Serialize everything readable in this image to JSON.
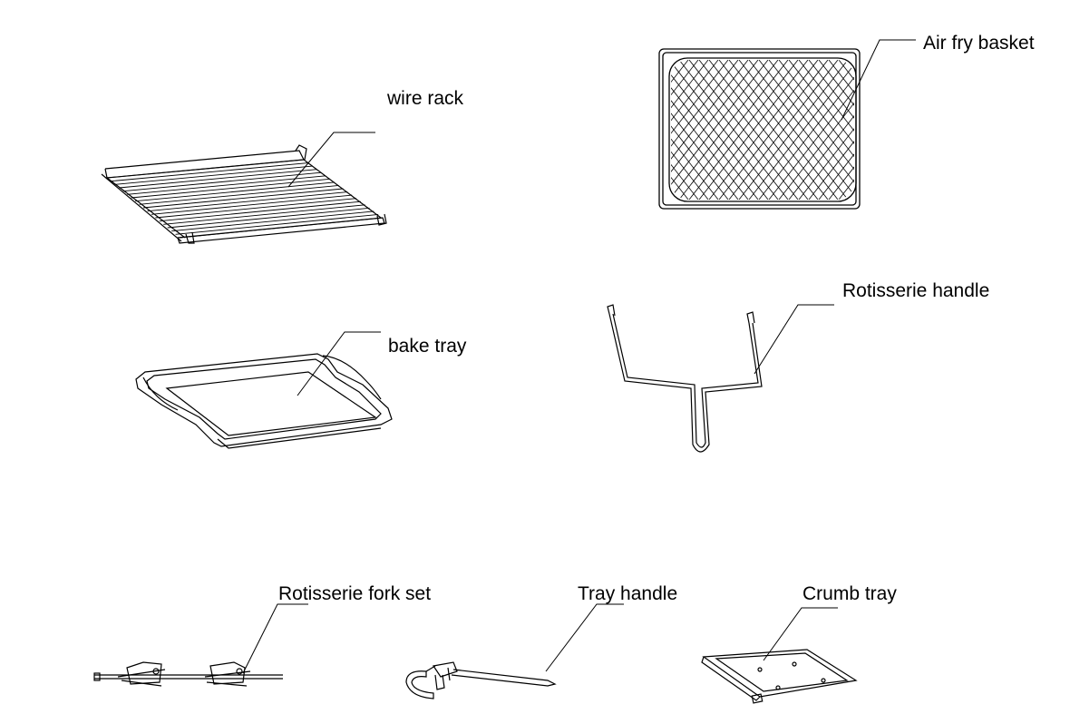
{
  "labels": {
    "wire_rack": "wire rack",
    "air_fry_basket": "Air fry basket",
    "bake_tray": "bake tray",
    "rotisserie_handle": "Rotisserie handle",
    "rotisserie_fork_set": "Rotisserie fork set",
    "tray_handle": "Tray handle",
    "crumb_tray": "Crumb tray"
  },
  "colors": {
    "line": "#000000",
    "background": "#ffffff"
  }
}
